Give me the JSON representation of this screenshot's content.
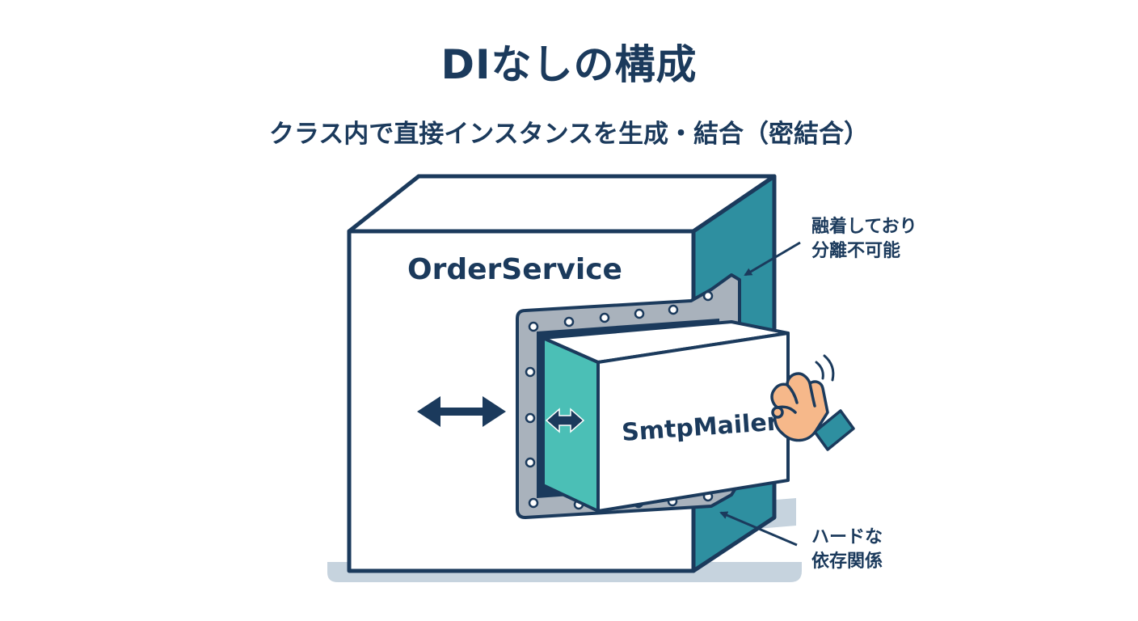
{
  "header": {
    "title": "DIなしの構成",
    "subtitle": "クラス内で直接インスタンスを生成・結合（密結合）"
  },
  "diagram": {
    "outer_label": "OrderService",
    "inner_label": "SmtpMailer"
  },
  "annotations": {
    "fused_line1": "融着しており",
    "fused_line2": "分離不可能",
    "hard_line1": "ハードな",
    "hard_line2": "依存関係"
  },
  "colors": {
    "navy": "#1b3a5c",
    "teal": "#2e8fa0",
    "teal_light": "#4bbfb6",
    "plate": "#a9b2bc",
    "shadow": "#c6d3de",
    "skin": "#f6b88a"
  },
  "icons": [
    "double-arrow-icon",
    "hand-icon",
    "motion-lines-icon",
    "callout-arrow-icon"
  ]
}
